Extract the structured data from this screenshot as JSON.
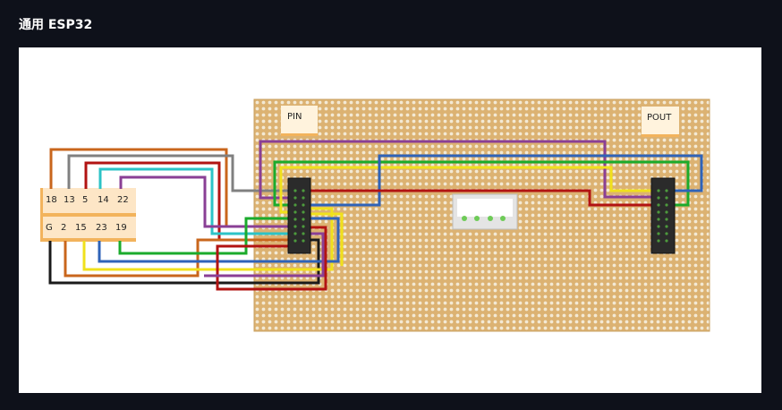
{
  "title": "通用 ESP32",
  "board": {
    "pin_label": "PIN",
    "pout_label": "POUT"
  },
  "esp_labels": {
    "top_row": [
      "18",
      "13",
      "5",
      "14",
      "22"
    ],
    "bottom_row": [
      "G",
      "2",
      "15",
      "23",
      "19"
    ]
  },
  "colors": {
    "background": "#0e111a",
    "board": "#dcb272",
    "wire_orange": "#c9661c",
    "wire_gray": "#808080",
    "wire_red": "#b21312",
    "wire_cyan": "#2cc3c6",
    "wire_purple": "#8a3f95",
    "wire_yellow": "#f0e11c",
    "wire_blue": "#2f63b8",
    "wire_green": "#1bab2c",
    "wire_black": "#1a1a1a"
  }
}
